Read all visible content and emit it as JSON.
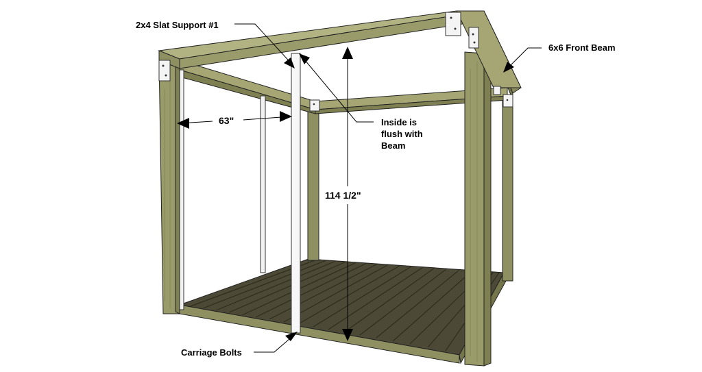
{
  "labels": {
    "slat_support": "2x4 Slat Support #1",
    "front_beam": "6x6 Front Beam",
    "flush_line1": "Inside is",
    "flush_line2": "flush with",
    "flush_line3": "Beam",
    "width_dim": "63\"",
    "height_dim": "114 1/2\"",
    "carriage_bolts": "Carriage Bolts"
  },
  "colors": {
    "wood": "#9a9b6a",
    "wood_dark": "#7f8052",
    "wood_light": "#b2b382",
    "deck": "#4c4a36",
    "deck_dark": "#35331f",
    "slat": "#f2f2f2",
    "bracket": "#f4f4f4",
    "outline": "#222222"
  }
}
